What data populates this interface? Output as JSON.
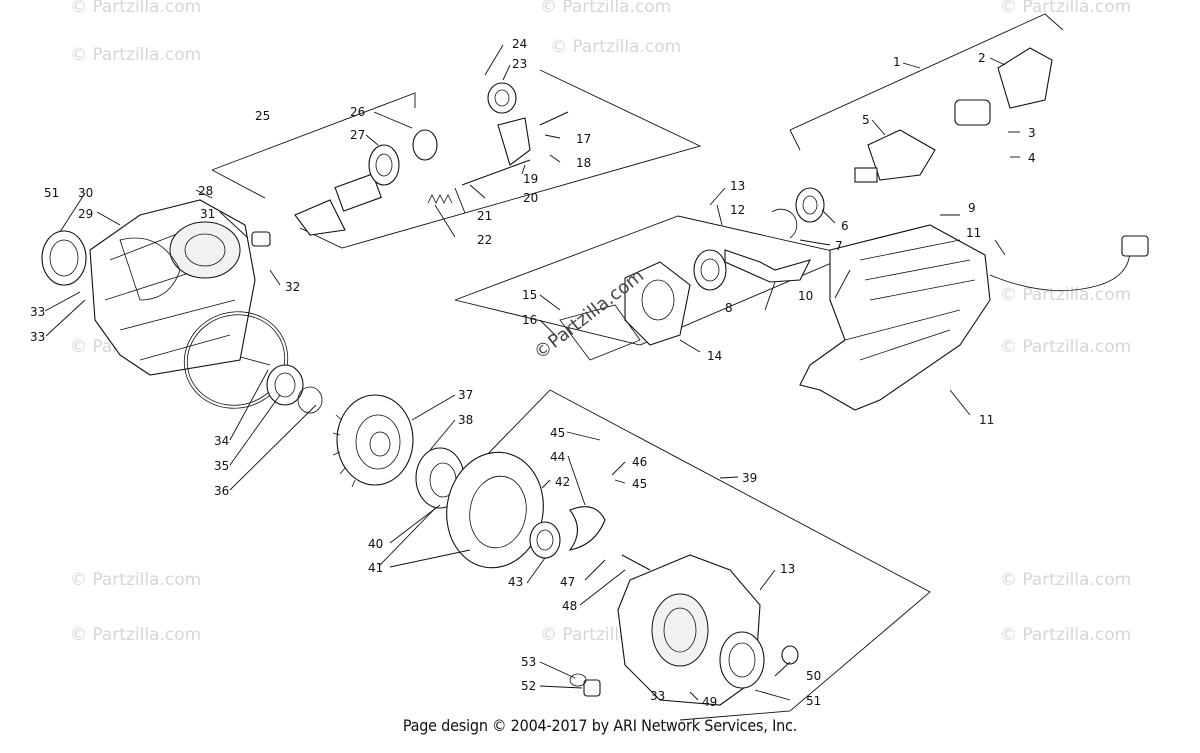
{
  "watermark": "© Partzilla.com",
  "center_stamp": "©Partzilla.com",
  "footer": "Page design © 2004-2017 by ARI Network Services, Inc.",
  "callouts": [
    "1",
    "2",
    "3",
    "4",
    "5",
    "6",
    "7",
    "8",
    "9",
    "10",
    "11",
    "11",
    "12",
    "13",
    "13",
    "14",
    "15",
    "16",
    "17",
    "18",
    "19",
    "20",
    "21",
    "22",
    "23",
    "24",
    "25",
    "26",
    "27",
    "28",
    "29",
    "30",
    "31",
    "32",
    "33",
    "33",
    "34",
    "35",
    "36",
    "37",
    "38",
    "39",
    "40",
    "41",
    "42",
    "43",
    "44",
    "45",
    "45",
    "46",
    "47",
    "48",
    "49",
    "50",
    "51",
    "51",
    "52",
    "53"
  ]
}
